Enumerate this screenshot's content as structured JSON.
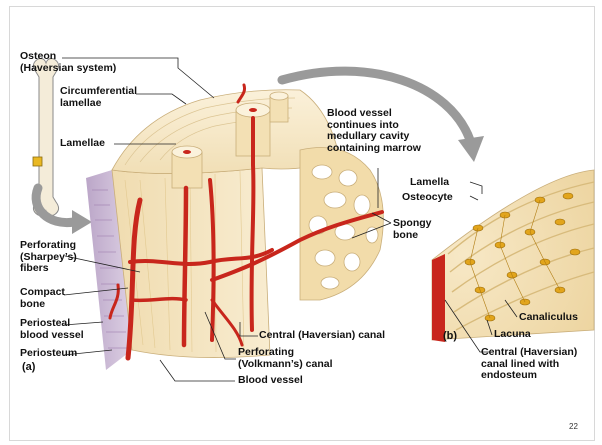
{
  "slide": {
    "page_number": "22",
    "panel_a": "(a)",
    "panel_b": "(b)"
  },
  "labels": {
    "osteon_1": "Osteon",
    "osteon_2": "(Haversian system)",
    "circ_1": "Circumferential",
    "circ_2": "lamellae",
    "lamellae": "Lamellae",
    "bv_cont_1": "Blood vessel",
    "bv_cont_2": "continues into",
    "bv_cont_3": "medullary cavity",
    "bv_cont_4": "containing marrow",
    "lamella": "Lamella",
    "osteocyte": "Osteocyte",
    "spongy_1": "Spongy",
    "spongy_2": "bone",
    "perf_1": "Perforating",
    "perf_2": "(Sharpey’s)",
    "perf_3": "fibers",
    "compact_1": "Compact",
    "compact_2": "bone",
    "peri_bv_1": "Periosteal",
    "peri_bv_2": "blood vessel",
    "periosteum": "Periosteum",
    "central_canal": "Central (Haversian) canal",
    "volk_1": "Perforating",
    "volk_2": "(Volkmann’s) canal",
    "blood_vessel": "Blood vessel",
    "canaliculus": "Canaliculus",
    "lacuna": "Lacuna",
    "central_b_1": "Central (Haversian)",
    "central_b_2": "canal lined with",
    "central_b_3": "endosteum"
  },
  "colors": {
    "bone": "#f6e7c4",
    "bone_shade": "#e7cf9e",
    "vessel": "#c8261c",
    "periosteum": "#cdb8d6",
    "arrow": "#9a9a9a",
    "osteocyte": "#e2a51c"
  }
}
